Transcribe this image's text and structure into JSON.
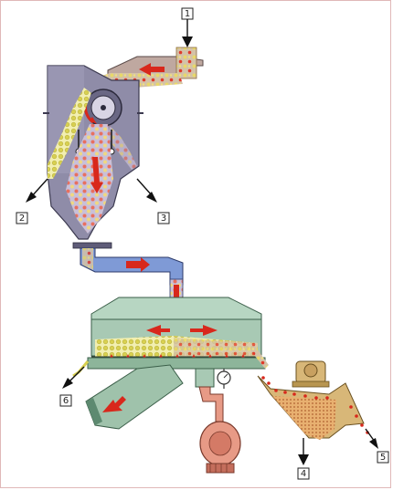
{
  "diagram": {
    "labels": [
      {
        "id": "label-1",
        "text": "1"
      },
      {
        "id": "label-2",
        "text": "2"
      },
      {
        "id": "label-3",
        "text": "3"
      },
      {
        "id": "label-4",
        "text": "4"
      },
      {
        "id": "label-5",
        "text": "5"
      },
      {
        "id": "label-6",
        "text": "6"
      }
    ],
    "colors": {
      "separator_body": "#8f8ca8",
      "separator_dark": "#5f5c78",
      "feed_chute": "#bfa8a0",
      "duct_blue": "#7f9ad6",
      "table_green": "#a8c9b4",
      "table_dark": "#5d8a70",
      "fan_salmon": "#e79a86",
      "hopper_tan": "#d8b778",
      "grain_yellow": "#e8e27a",
      "particle_red": "#e03a2a",
      "arrow_red": "#d8281c",
      "arrow_black": "#111111"
    },
    "icons": [
      "drum-icon",
      "fan-motor-icon",
      "pressure-gauge-icon",
      "vibrator-motor-icon"
    ]
  }
}
